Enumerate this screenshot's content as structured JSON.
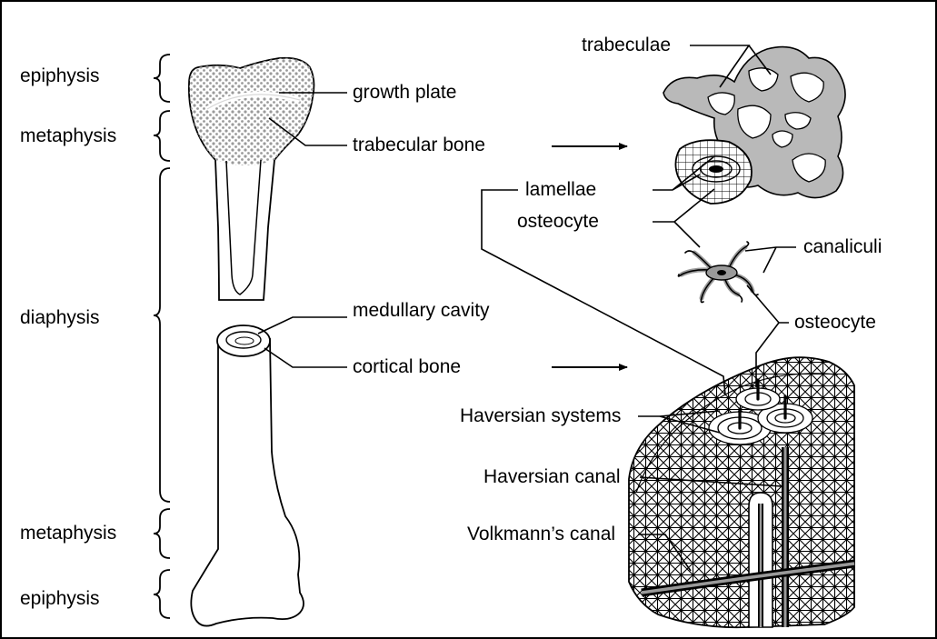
{
  "regions": {
    "epiphysis_top": "epiphysis",
    "metaphysis_top": "metaphysis",
    "diaphysis": "diaphysis",
    "metaphysis_bottom": "metaphysis",
    "epiphysis_bottom": "epiphysis"
  },
  "labels": {
    "growth_plate": "growth plate",
    "trabecular_bone": "trabecular bone",
    "medullary_cavity": "medullary cavity",
    "cortical_bone": "cortical bone",
    "trabeculae": "trabeculae",
    "lamellae": "lamellae",
    "osteocyte_1": "osteocyte",
    "canaliculi": "canaliculi",
    "osteocyte_2": "osteocyte",
    "haversian_systems": "Haversian systems",
    "haversian_canal": "Haversian canal",
    "volkmanns_canal": "Volkmann’s canal"
  },
  "colors": {
    "line": "#000000",
    "trabeculae_fill": "#b9b9b9",
    "stipple": "#9a9a9a",
    "background": "#ffffff"
  }
}
